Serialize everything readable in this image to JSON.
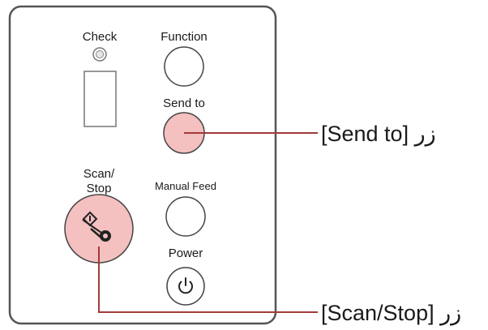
{
  "panel": {
    "labels": {
      "check": "Check",
      "function": "Function",
      "send_to": "Send to",
      "scan_stop_line1": "Scan/",
      "scan_stop_line2": "Stop",
      "manual_feed": "Manual Feed",
      "power": "Power"
    }
  },
  "callouts": {
    "send_to": "[Send to] زر",
    "scan_stop": "[Scan/Stop] زر"
  },
  "colors": {
    "highlight_fill": "#f4c0c0",
    "callout_line": "#a23a3a",
    "panel_border": "#555555"
  },
  "icons": {
    "scan_stop": "scan-stop-icon",
    "power": "power-icon",
    "check_led": "led-indicator-icon"
  }
}
